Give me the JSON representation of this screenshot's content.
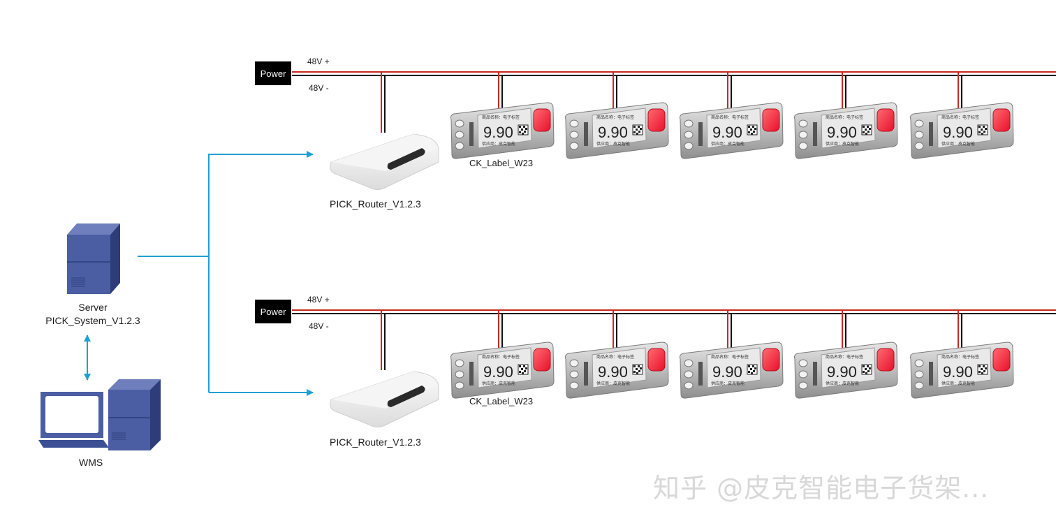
{
  "power": {
    "label": "Power",
    "plus": "48V +",
    "minus": "48V -"
  },
  "router": {
    "name": "PICK_Router_V1.2.3"
  },
  "label_device": {
    "name": "CK_Label_W23",
    "price": "9.90",
    "field_product": "商品名称：电子标签",
    "field_supplier": "供应商：皮克智能"
  },
  "server": {
    "line1": "Server",
    "line2": "PICK_System_V1.2.3"
  },
  "wms": {
    "label": "WMS"
  },
  "watermark": "知乎 @皮克智能电子货架...",
  "colors": {
    "power_plus": "#c8281e",
    "power_minus": "#111111",
    "network": "#1fa0d2",
    "server_blue": "#3c4f94",
    "button_red": "#ff3044"
  },
  "icons": {
    "server": "server-tower-icon",
    "router": "router-icon",
    "label": "electronic-shelf-label-icon",
    "wms": "computer-workstation-icon"
  }
}
